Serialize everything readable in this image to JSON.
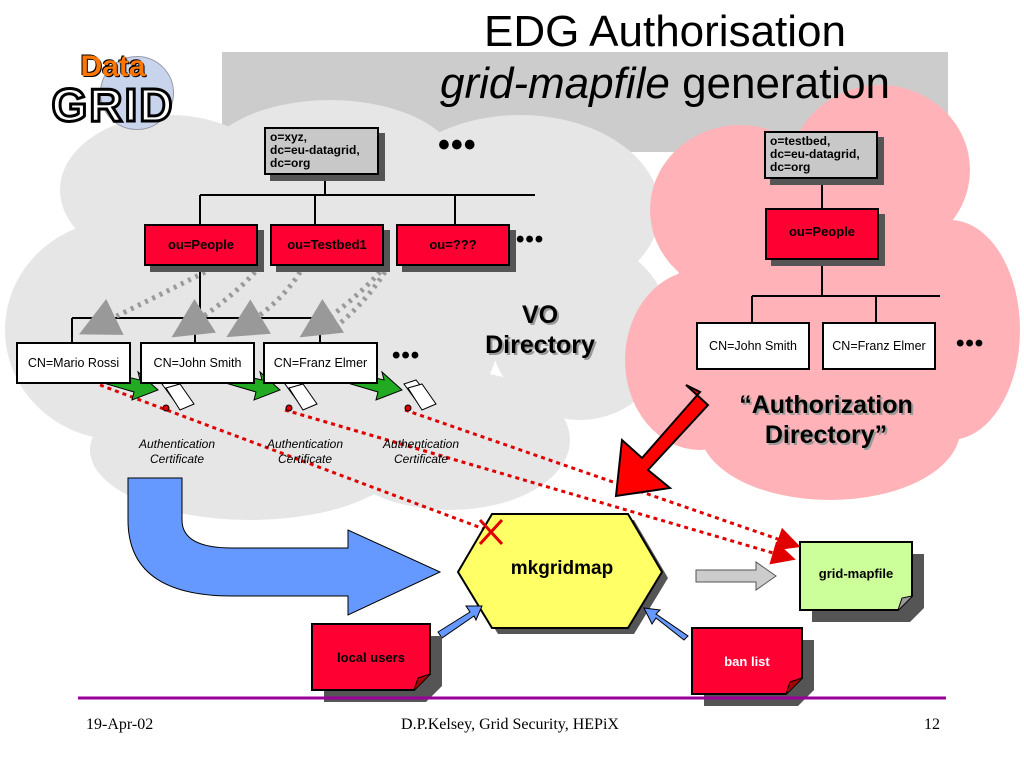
{
  "title": {
    "line1": "EDG Authorisation",
    "line2_italic": "grid-mapfile",
    "line2_rest": " generation"
  },
  "logo": {
    "top": "Data",
    "bottom": "GRID"
  },
  "vo": {
    "root": "o=xyz,\ndc=eu-datagrid,\ndc=org",
    "ous": [
      "ou=People",
      "ou=Testbed1",
      "ou=???"
    ],
    "cns": [
      "CN=Mario Rossi",
      "CN=John Smith",
      "CN=Franz Elmer"
    ],
    "label": "VO\nDirectory",
    "ellipsis": "•••",
    "ellipsis_small": "•••"
  },
  "auth": {
    "root": "o=testbed,\ndc=eu-datagrid,\ndc=org",
    "ou": "ou=People",
    "cns": [
      "CN=John Smith",
      "CN=Franz Elmer"
    ],
    "label": "“Authorization\nDirectory”"
  },
  "certificate_label": "Authentication\nCertificate",
  "mkgridmap": "mkgridmap",
  "gridmapfile": "grid-mapfile",
  "local_users": "local users",
  "ban_list": "ban list",
  "footer": {
    "date": "19-Apr-02",
    "center": "D.P.Kelsey, Grid Security, HEPiX",
    "page": "12"
  },
  "colors": {
    "vo_cloud": "#e6e6e6",
    "auth_cloud": "#ffb3b8",
    "red_box": "#ff0033",
    "hexagon": "#ffff66",
    "gridmap": "#ccff99",
    "big_arrow": "#6699ff",
    "footer_line": "#990099"
  }
}
